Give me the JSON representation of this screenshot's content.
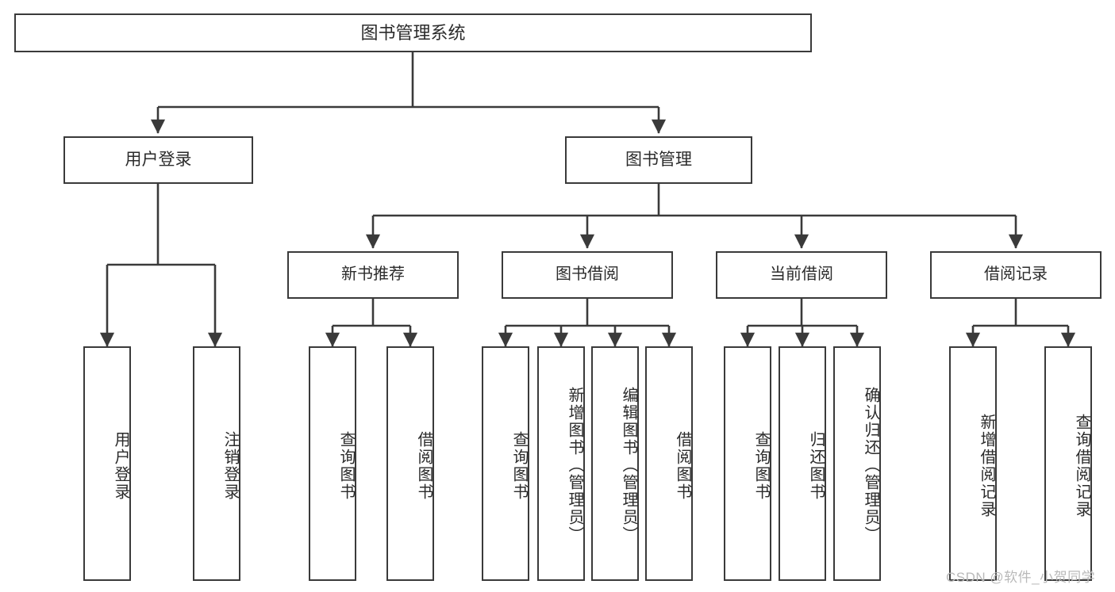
{
  "diagram": {
    "type": "tree",
    "title": "图书管理系统",
    "root": {
      "label": "图书管理系统"
    },
    "tier1": [
      {
        "label": "用户登录"
      },
      {
        "label": "图书管理"
      }
    ],
    "tier2": [
      {
        "label": "新书推荐"
      },
      {
        "label": "图书借阅"
      },
      {
        "label": "当前借阅"
      },
      {
        "label": "借阅记录"
      }
    ],
    "leaves": {
      "user_login": [
        {
          "label": "用户登录"
        },
        {
          "label": "注销登录"
        }
      ],
      "new_book_recommend": [
        {
          "label": "查询图书"
        },
        {
          "label": "借阅图书"
        }
      ],
      "book_borrow": [
        {
          "label": "查询图书"
        },
        {
          "label": "新增图书（管理员）"
        },
        {
          "label": "编辑图书（管理员）"
        },
        {
          "label": "借阅图书"
        }
      ],
      "current_borrow": [
        {
          "label": "查询图书"
        },
        {
          "label": "归还图书"
        },
        {
          "label": "确认归还（管理员）"
        }
      ],
      "borrow_record": [
        {
          "label": "新增借阅记录"
        },
        {
          "label": "查询借阅记录"
        }
      ]
    }
  },
  "watermark": {
    "text": "CSDN @软件_小贺同学"
  },
  "colors": {
    "border": "#3a3a3a",
    "text": "#2b2b2b",
    "background": "#ffffff",
    "watermark": "#b9b9b9"
  }
}
